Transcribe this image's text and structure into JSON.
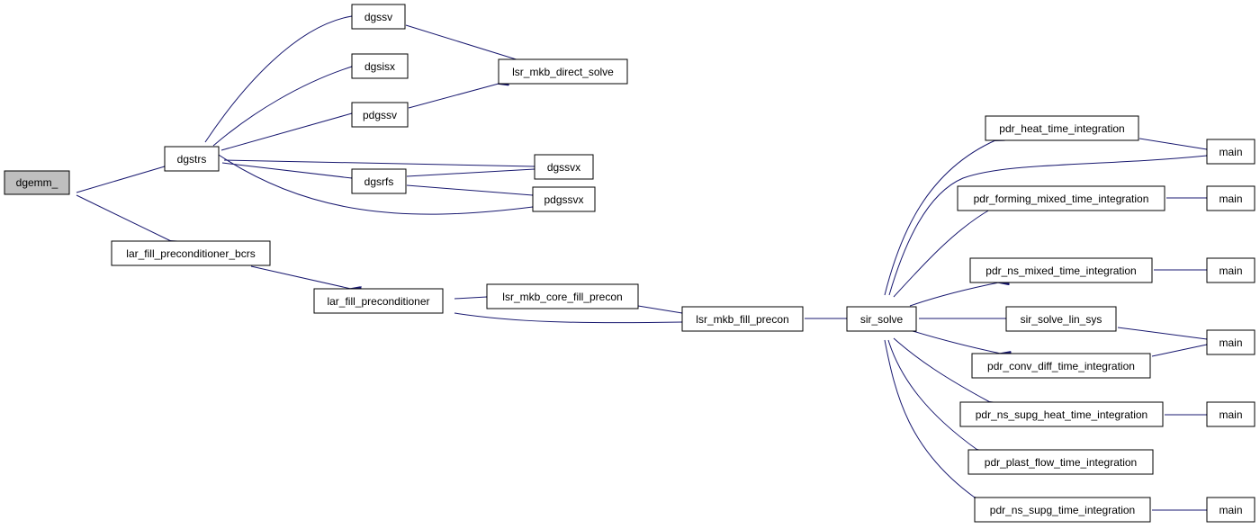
{
  "colors": {
    "edge": "#191970",
    "root_fill": "#bfbfbf",
    "node_fill": "#ffffff",
    "node_border": "#000000"
  },
  "nodes": {
    "dgemm": "dgemm_",
    "dgstrs": "dgstrs",
    "lar_fill_preconditioner_bcrs": "lar_fill_preconditioner_bcrs",
    "dgssv": "dgssv",
    "dgsisx": "dgsisx",
    "pdgssv": "pdgssv",
    "dgssvx": "dgssvx",
    "dgsrfs": "dgsrfs",
    "pdgssvx": "pdgssvx",
    "lsr_mkb_direct_solve": "lsr_mkb_direct_solve",
    "lar_fill_preconditioner": "lar_fill_preconditioner",
    "lsr_mkb_core_fill_precon": "lsr_mkb_core_fill_precon",
    "lsr_mkb_fill_precon": "lsr_mkb_fill_precon",
    "sir_solve": "sir_solve",
    "pdr_heat_time_integration": "pdr_heat_time_integration",
    "pdr_forming_mixed_time_integration": "pdr_forming_mixed_time_integration",
    "pdr_ns_mixed_time_integration": "pdr_ns_mixed_time_integration",
    "sir_solve_lin_sys": "sir_solve_lin_sys",
    "pdr_conv_diff_time_integration": "pdr_conv_diff_time_integration",
    "pdr_ns_supg_heat_time_integration": "pdr_ns_supg_heat_time_integration",
    "pdr_plast_flow_time_integration": "pdr_plast_flow_time_integration",
    "pdr_ns_supg_time_integration": "pdr_ns_supg_time_integration",
    "main_1": "main",
    "main_2": "main",
    "main_3": "main",
    "main_4": "main",
    "main_5": "main",
    "main_6": "main"
  }
}
